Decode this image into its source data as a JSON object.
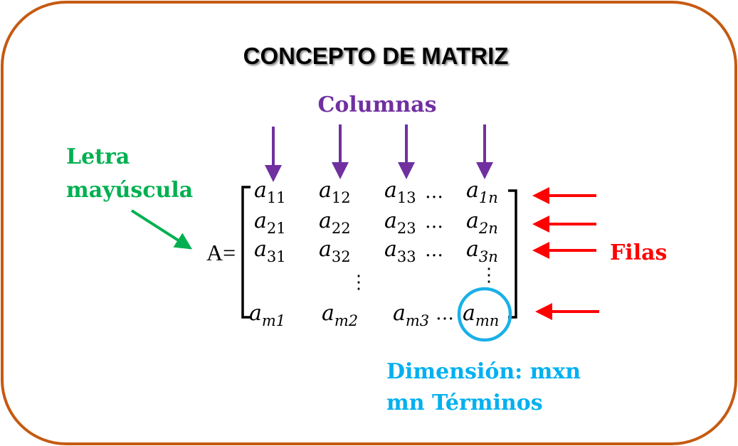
{
  "title": "CONCEPTO DE MATRIZ",
  "columns_label": "Columnas",
  "letter_label": [
    "Letra",
    "mayúscula"
  ],
  "rows_label": "Filas",
  "dimension_label": "Dimensión: mxn",
  "terms_label": "mn Términos",
  "matrix": {
    "name": "A=",
    "base": "a",
    "h_ellipsis": "…",
    "v_ellipsis": "⋮",
    "rows": [
      [
        "11",
        "12",
        "13",
        "1n"
      ],
      [
        "21",
        "22",
        "23",
        "2n"
      ],
      [
        "31",
        "32",
        "33",
        "3n"
      ],
      [
        "m1",
        "m2",
        "m3",
        "mn"
      ]
    ]
  },
  "colors": {
    "border": "#c55a11",
    "columns": "#7030a0",
    "letter": "#00b050",
    "rows": "#ff0000",
    "dimension": "#00b0f0"
  }
}
